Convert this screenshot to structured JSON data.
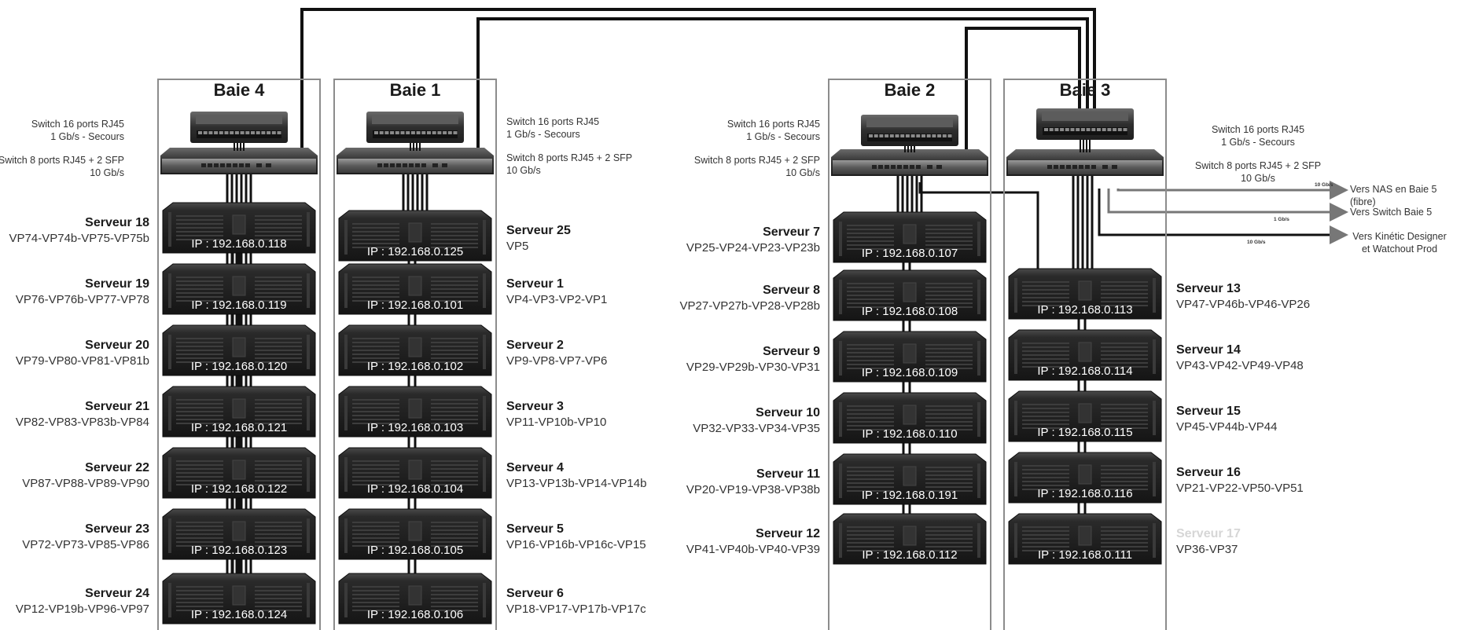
{
  "colors": {
    "bay_border": "#8c8c8c",
    "server_body": "#222222",
    "cable": "#111111",
    "external_link": "#777777"
  },
  "bays": [
    {
      "id": "baie4",
      "title": "Baie 4"
    },
    {
      "id": "baie1",
      "title": "Baie 1"
    },
    {
      "id": "baie2",
      "title": "Baie 2"
    },
    {
      "id": "baie3",
      "title": "Baie 3"
    }
  ],
  "switch_labels": {
    "rj45_16": "Switch 16 ports RJ45",
    "backup": "1 Gb/s - Secours",
    "rj45_8_sfp": "Switch 8 ports RJ45 + 2 SFP",
    "speed_10g": "10 Gb/s"
  },
  "servers": [
    {
      "bay": "baie4",
      "name": "Serveur 18",
      "vps": "VP74-VP74b-VP75-VP75b",
      "ip": "IP : 192.168.0.118"
    },
    {
      "bay": "baie4",
      "name": "Serveur 19",
      "vps": "VP76-VP76b-VP77-VP78",
      "ip": "IP : 192.168.0.119"
    },
    {
      "bay": "baie4",
      "name": "Serveur 20",
      "vps": "VP79-VP80-VP81-VP81b",
      "ip": "IP : 192.168.0.120"
    },
    {
      "bay": "baie4",
      "name": "Serveur 21",
      "vps": "VP82-VP83-VP83b-VP84",
      "ip": "IP : 192.168.0.121"
    },
    {
      "bay": "baie4",
      "name": "Serveur 22",
      "vps": "VP87-VP88-VP89-VP90",
      "ip": "IP : 192.168.0.122"
    },
    {
      "bay": "baie4",
      "name": "Serveur 23",
      "vps": "VP72-VP73-VP85-VP86",
      "ip": "IP : 192.168.0.123"
    },
    {
      "bay": "baie4",
      "name": "Serveur 24",
      "vps": "VP12-VP19b-VP96-VP97",
      "ip": "IP : 192.168.0.124"
    },
    {
      "bay": "baie1",
      "name": "Serveur 25",
      "vps": "VP5",
      "ip": "IP : 192.168.0.125"
    },
    {
      "bay": "baie1",
      "name": "Serveur 1",
      "vps": "VP4-VP3-VP2-VP1",
      "ip": "IP : 192.168.0.101"
    },
    {
      "bay": "baie1",
      "name": "Serveur 2",
      "vps": "VP9-VP8-VP7-VP6",
      "ip": "IP : 192.168.0.102"
    },
    {
      "bay": "baie1",
      "name": "Serveur 3",
      "vps": "VP11-VP10b-VP10",
      "ip": "IP : 192.168.0.103"
    },
    {
      "bay": "baie1",
      "name": "Serveur 4",
      "vps": "VP13-VP13b-VP14-VP14b",
      "ip": "IP : 192.168.0.104"
    },
    {
      "bay": "baie1",
      "name": "Serveur 5",
      "vps": "VP16-VP16b-VP16c-VP15",
      "ip": "IP : 192.168.0.105"
    },
    {
      "bay": "baie1",
      "name": "Serveur 6",
      "vps": "VP18-VP17-VP17b-VP17c",
      "ip": "IP : 192.168.0.106"
    },
    {
      "bay": "baie2",
      "name": "Serveur 7",
      "vps": "VP25-VP24-VP23-VP23b",
      "ip": "IP : 192.168.0.107"
    },
    {
      "bay": "baie2",
      "name": "Serveur 8",
      "vps": "VP27-VP27b-VP28-VP28b",
      "ip": "IP : 192.168.0.108"
    },
    {
      "bay": "baie2",
      "name": "Serveur 9",
      "vps": "VP29-VP29b-VP30-VP31",
      "ip": "IP : 192.168.0.109"
    },
    {
      "bay": "baie2",
      "name": "Serveur 10",
      "vps": "VP32-VP33-VP34-VP35",
      "ip": "IP : 192.168.0.110"
    },
    {
      "bay": "baie2",
      "name": "Serveur 11",
      "vps": "VP20-VP19-VP38-VP38b",
      "ip": "IP : 192.168.0.191"
    },
    {
      "bay": "baie2",
      "name": "Serveur 12",
      "vps": "VP41-VP40b-VP40-VP39",
      "ip": "IP : 192.168.0.112"
    },
    {
      "bay": "baie3",
      "name": "Serveur 13",
      "vps": "VP47-VP46b-VP46-VP26",
      "ip": "IP : 192.168.0.113"
    },
    {
      "bay": "baie3",
      "name": "Serveur 14",
      "vps": "VP43-VP42-VP49-VP48",
      "ip": "IP : 192.168.0.114"
    },
    {
      "bay": "baie3",
      "name": "Serveur 15",
      "vps": "VP45-VP44b-VP44",
      "ip": "IP : 192.168.0.115"
    },
    {
      "bay": "baie3",
      "name": "Serveur 16",
      "vps": "VP21-VP22-VP50-VP51",
      "ip": "IP : 192.168.0.116"
    },
    {
      "bay": "baie3",
      "name": "Serveur 17",
      "vps": "VP36-VP37",
      "ip": "IP : 192.168.0.111"
    }
  ],
  "external_links": [
    {
      "label": "Vers NAS en Baie 5 (fibre)",
      "speed": "10 Gb/s"
    },
    {
      "label": "Vers Switch Baie 5",
      "speed": "1 Gb/s"
    },
    {
      "label_line1": "Vers Kinétic Designer",
      "label_line2": "et Watchout Prod",
      "speed": "10 Gb/s"
    }
  ]
}
